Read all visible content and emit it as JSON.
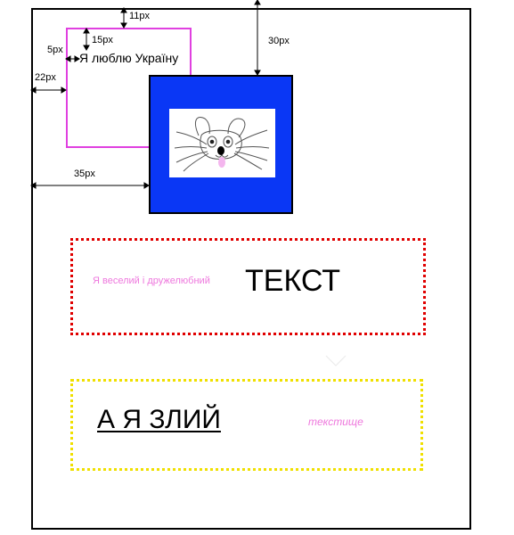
{
  "labels": {
    "top_offset": "11px",
    "inner_top_offset": "15px",
    "inner_left_offset": "5px",
    "left_offset": "22px",
    "blue_top_offset": "30px",
    "blue_left_offset": "35px"
  },
  "texts": {
    "love_ukraine": "Я люблю Україну",
    "friendly": "Я веселий і дружелюбний",
    "tekst": "ТЕКСТ",
    "angry": "А Я ЗЛИЙ",
    "tekstyshche": "текстище"
  },
  "colors": {
    "pink_border": "#e040e0",
    "blue_fill": "#0a37f5",
    "red_dotted": "#e00000",
    "yellow_dotted": "#f0e000",
    "light_pink_text": "#ee77dd"
  },
  "icons": {
    "cat_picture": "cat-face-icon"
  }
}
